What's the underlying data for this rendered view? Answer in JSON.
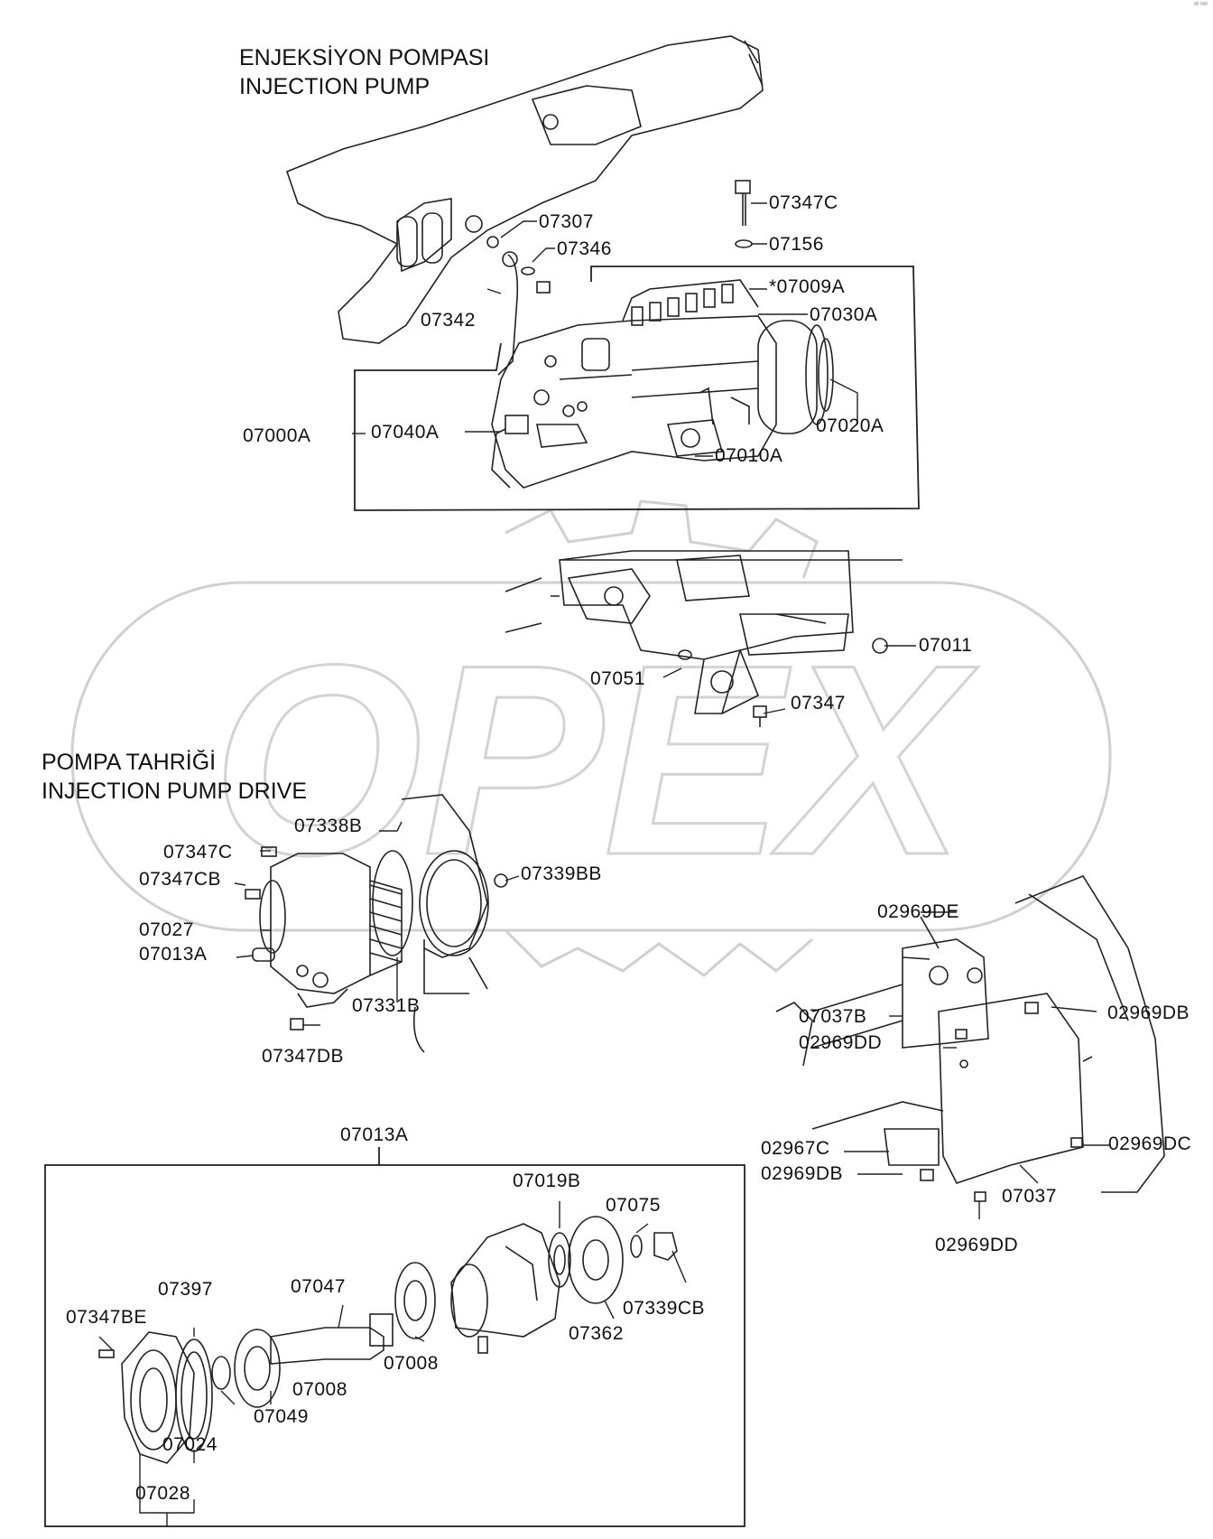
{
  "corner_mark": "ᵃᵇ ᵇᵃᵇ",
  "watermark": "OPEX",
  "sections": {
    "injection_pump": {
      "title_tr": "ENJEKSİYON POMPASI",
      "title_en": "INJECTION PUMP"
    },
    "pump_drive": {
      "title_tr": "POMPA TAHRİĞİ",
      "title_en": "INJECTION PUMP DRIVE"
    },
    "detail_group": {
      "label": "07013A"
    }
  },
  "part_labels": {
    "p07347C_top": "07347C",
    "p07156": "07156",
    "p07307": "07307",
    "p07346": "07346",
    "p07342": "07342",
    "p07009A": "*07009A",
    "p07030A": "07030A",
    "p07000A": "07000A",
    "p07040A": "07040A",
    "p07020A": "07020A",
    "p07010A": "07010A",
    "p07011": "07011",
    "p07051": "07051",
    "p07347": "07347",
    "p07338B": "07338B",
    "p07347C_drive": "07347C",
    "p07347CB": "07347CB",
    "p07339BB": "07339BB",
    "p07027": "07027",
    "p07013A": "07013A",
    "p07331B": "07331B",
    "p07347DB": "07347DB",
    "p02969DE": "02969DE",
    "p07037B": "07037B",
    "p02969DB_a": "02969DB",
    "p02969DD_a": "02969DD",
    "p02967C": "02967C",
    "p02969DC": "02969DC",
    "p02969DB_b": "02969DB",
    "p07037": "07037",
    "p02969DD_b": "02969DD",
    "p07019B": "07019B",
    "p07075": "07075",
    "p07339CB": "07339CB",
    "p07362": "07362",
    "p07047": "07047",
    "p07397": "07397",
    "p07347BE": "07347BE",
    "p07008_a": "07008",
    "p07008_b": "07008",
    "p07049": "07049",
    "p07024": "07024",
    "p07028": "07028"
  }
}
